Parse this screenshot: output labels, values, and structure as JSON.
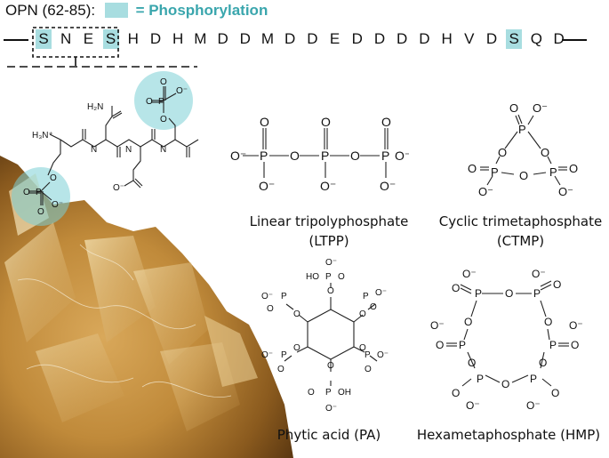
{
  "header": {
    "label": "OPN (62-85):",
    "legend_label": "= Phosphorylation",
    "legend_color": "#a8dde0"
  },
  "sequence": {
    "residues": [
      "S",
      "N",
      "E",
      "S",
      "H",
      "D",
      "H",
      "M",
      "D",
      "D",
      "M",
      "D",
      "D",
      "E",
      "D",
      "D",
      "D",
      "D",
      "H",
      "V",
      "D",
      "S",
      "Q",
      "D"
    ],
    "phosphorylated_indices": [
      0,
      3,
      21
    ]
  },
  "peptide_labels": {
    "amine": "H₃N⁺",
    "amide": "H₂N",
    "carboxylate": "O⁻"
  },
  "compounds": [
    {
      "name": "Linear tripolyphosphate",
      "abbr": "(LTPP)"
    },
    {
      "name": "Cyclic trimetaphosphate",
      "abbr": "(CTMP)"
    },
    {
      "name": "Phytic acid (PA)",
      "abbr": ""
    },
    {
      "name": "Hexametaphosphate (HMP)",
      "abbr": ""
    }
  ],
  "atoms": {
    "P": "P",
    "O": "O",
    "Ominus": "O⁻",
    "OH": "OH",
    "HO": "HO"
  }
}
